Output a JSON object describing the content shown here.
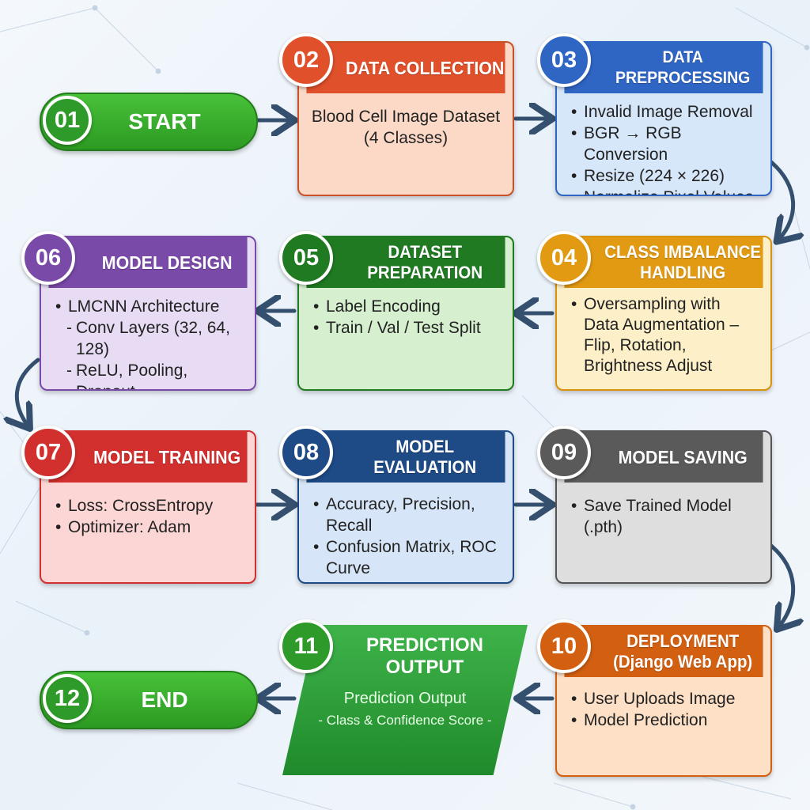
{
  "steps": {
    "s01": {
      "num": "01",
      "label": "START"
    },
    "s02": {
      "num": "02",
      "title": "DATA COLLECTION",
      "body": [
        "Blood Cell Image Dataset",
        "(4 Classes)"
      ]
    },
    "s03": {
      "num": "03",
      "title": "DATA PREPROCESSING",
      "items": [
        "Invalid Image Removal",
        "BGR → RGB Conversion",
        "Resize (224 × 226)",
        "Normalize Pixel Values"
      ]
    },
    "s04": {
      "num": "04",
      "title_lines": [
        "CLASS IMBALANCE",
        "HANDLING"
      ],
      "items": [
        "Oversampling with Data Augmentation – Flip, Rotation, Brightness Adjust"
      ]
    },
    "s05": {
      "num": "05",
      "title_lines": [
        "DATASET",
        "PREPARATION"
      ],
      "items": [
        "Label Encoding",
        "Train / Val / Test Split"
      ]
    },
    "s06": {
      "num": "06",
      "title": "MODEL DESIGN",
      "items": [
        "LMCNN Architecture",
        "Conv Layers (32, 64, 128)",
        "ReLU, Pooling, Dropout"
      ]
    },
    "s07": {
      "num": "07",
      "title": "MODEL TRAINING",
      "items": [
        "Loss: CrossEntropy",
        "Optimizer: Adam"
      ]
    },
    "s08": {
      "num": "08",
      "title_lines": [
        "MODEL",
        "EVALUATION"
      ],
      "items": [
        "Accuracy, Precision, Recall",
        "Confusion Matrix, ROC Curve"
      ]
    },
    "s09": {
      "num": "09",
      "title": "MODEL SAVING",
      "items": [
        "Save Trained Model (.pth)"
      ]
    },
    "s10": {
      "num": "10",
      "title_lines": [
        "DEPLOYMENT",
        "(Django Web App)"
      ],
      "items": [
        "User Uploads Image",
        "Model Prediction"
      ]
    },
    "s11": {
      "num": "11",
      "title_lines": [
        "PREDICTION",
        "OUTPUT"
      ],
      "body": [
        "Prediction Output",
        "- Class & Confidence Score -"
      ]
    },
    "s12": {
      "num": "12",
      "label": "END"
    }
  },
  "colors": {
    "green": "#2e9a2a",
    "orange_red": "#e0502a",
    "blue": "#2f66c4",
    "amber": "#e29a12",
    "dark_green": "#1f7a22",
    "purple": "#7a4aa8",
    "red": "#d22f2f",
    "navy": "#1e4a86",
    "gray": "#5a5a5a",
    "dark_orange": "#d35f10",
    "arrow": "#34506e"
  }
}
